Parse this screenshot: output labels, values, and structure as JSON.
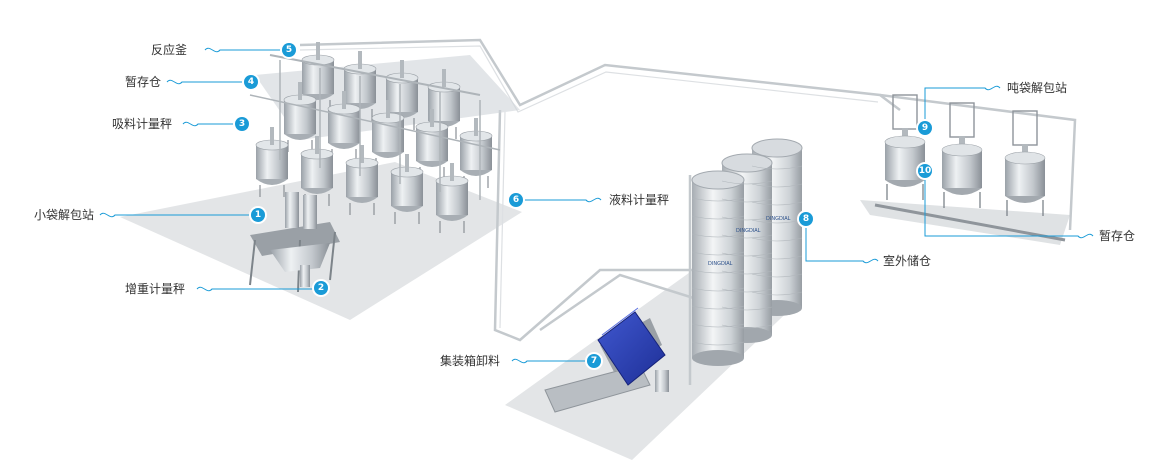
{
  "stations": [
    {
      "num": "1",
      "label": "小袋解包站"
    },
    {
      "num": "2",
      "label": "增重计量秤"
    },
    {
      "num": "3",
      "label": "吸料计量秤"
    },
    {
      "num": "4",
      "label": "暂存仓"
    },
    {
      "num": "5",
      "label": "反应釜"
    },
    {
      "num": "6",
      "label": "液料计量秤"
    },
    {
      "num": "7",
      "label": "集装箱卸料"
    },
    {
      "num": "8",
      "label": "室外储仓"
    },
    {
      "num": "9",
      "label": "吨袋解包站"
    },
    {
      "num": "10",
      "label": "暂存仓"
    }
  ],
  "silo_brand": "DINGDIAL",
  "colors": {
    "accent": "#1a9bd7",
    "steel": "#c9ced3",
    "floor": "#e4e6e8",
    "container": "#2b3fb0"
  }
}
